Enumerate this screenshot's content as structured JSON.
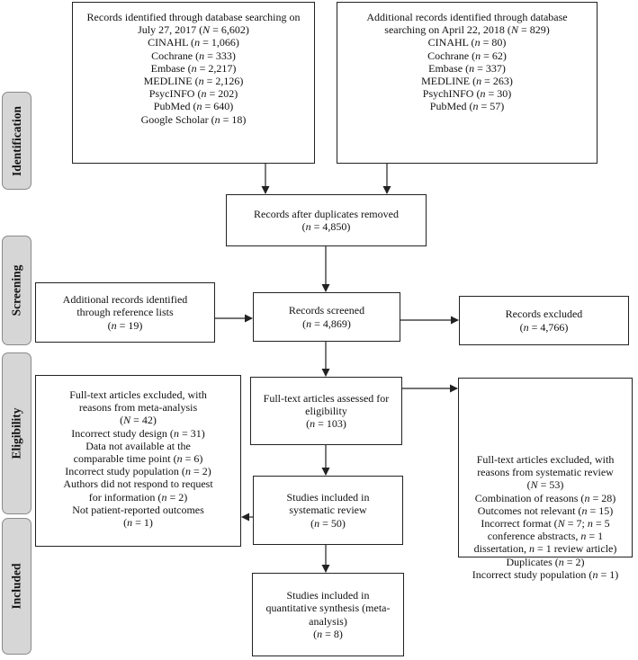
{
  "phases": [
    "Identification",
    "Screening",
    "Eligibility",
    "Included"
  ],
  "boxes": {
    "db_search": [
      "Records identified through database searching on",
      "July 27, 2017 (_N_ = 6,602)",
      "CINAHL (_n_ = 1,066)",
      "Cochrane (_n_ = 333)",
      "Embase (_n_ = 2,217)",
      "MEDLINE (_n_ = 2,126)",
      "PsycINFO (_n_ = 202)",
      "PubMed (_n_ = 640)",
      "Google Scholar (_n_ = 18)"
    ],
    "additional_db": [
      "Additional records identified through database",
      "searching on April 22, 2018 (_N_ = 829)",
      "CINAHL (_n_ = 80)",
      "Cochrane (_n_ = 62)",
      "Embase (_n_ = 337)",
      "MEDLINE (_n_ = 263)",
      "PsychINFO (_n_ = 30)",
      "PubMed (_n_ = 57)"
    ],
    "duplicates_removed": [
      "Records after duplicates removed",
      "(_n_ = 4,850)"
    ],
    "reference_lists": [
      "Additional records identified",
      "through reference lists",
      "(_n_ = 19)"
    ],
    "screened": [
      "Records screened",
      "(_n_ = 4,869)"
    ],
    "excluded": [
      "Records excluded",
      "(_n_ = 4,766)"
    ],
    "fulltext_assessed": [
      "Full-text articles assessed for",
      "eligibility",
      "(_n_ = 103)"
    ],
    "excluded_meta": [
      "Full-text articles excluded, with",
      "reasons from meta-analysis",
      "(_N_ = 42)",
      "Incorrect study design (_n_ = 31)",
      "Data not available at the",
      "comparable time point (_n_ = 6)",
      "Incorrect study population (_n_ = 2)",
      "Authors did not respond to request",
      "for information (_n_ = 2)",
      "Not patient-reported outcomes",
      "(_n_ = 1)"
    ],
    "excluded_sr": [
      "Full-text articles excluded, with",
      "reasons from systematic review",
      "(_N_ = 53)",
      "Combination of reasons (_n_ = 28)",
      "Outcomes not relevant (_n_ = 15)",
      "Incorrect format (_N_ = 7; _n_ = 5",
      "conference abstracts, _n_ = 1",
      "dissertation, _n_ = 1 review article)",
      "Duplicates (_n_ = 2)",
      "Incorrect study population (_n_ = 1)"
    ],
    "systematic_review": [
      "Studies included in",
      "systematic review",
      "(_n_ = 50)"
    ],
    "meta_analysis": [
      "Studies included in",
      "quantitative synthesis (meta-",
      "analysis)",
      "(_n_ = 8)"
    ]
  }
}
